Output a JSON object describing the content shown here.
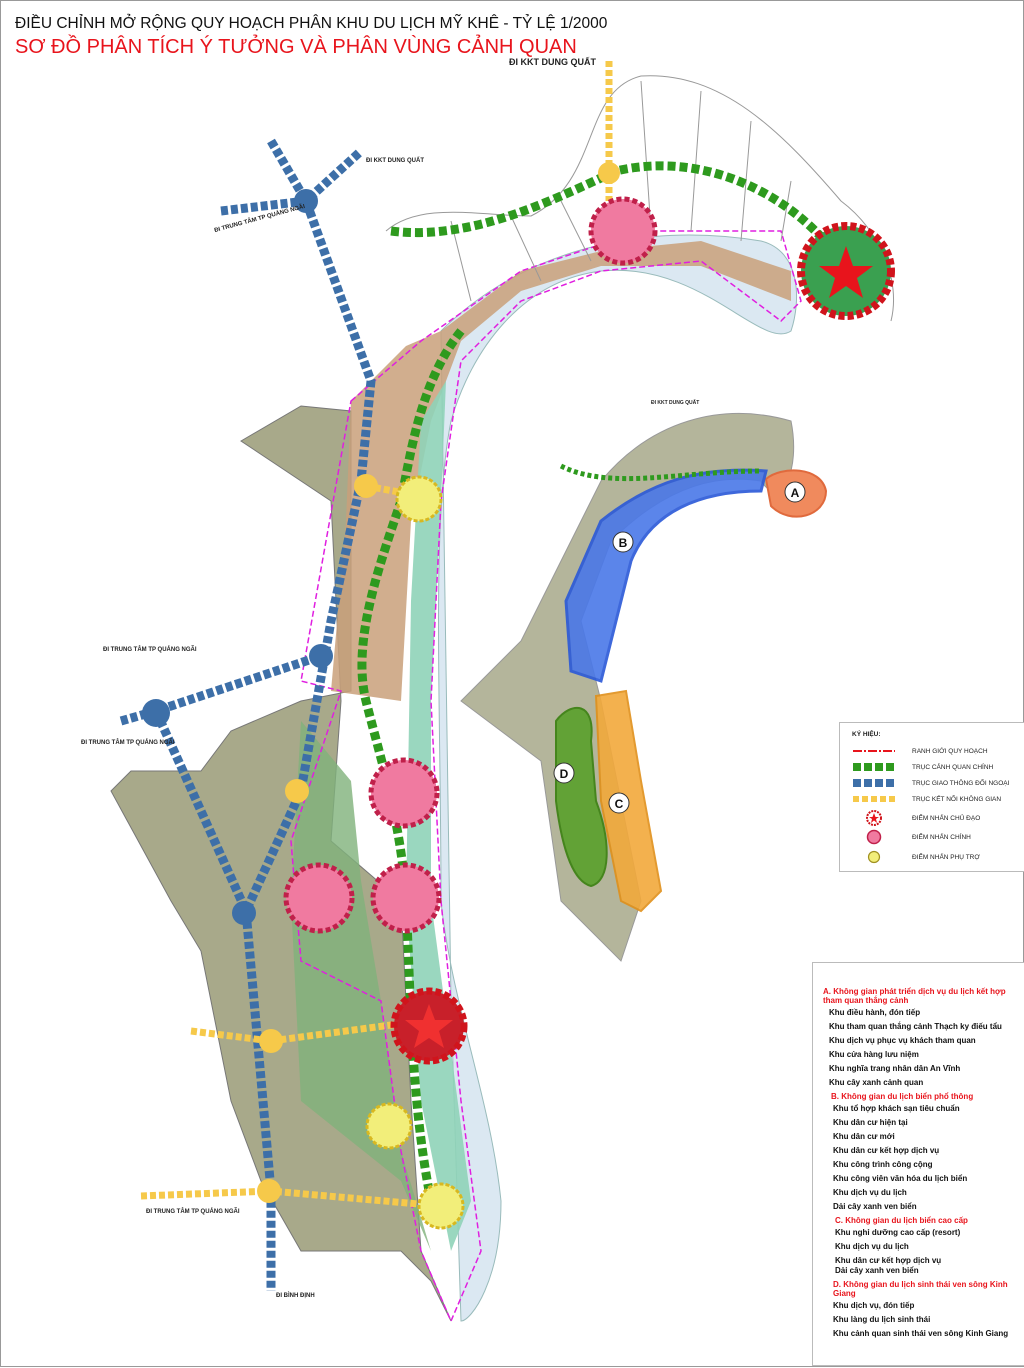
{
  "header": {
    "title": "ĐIỀU CHỈNH MỞ RỘNG QUY HOẠCH PHÂN KHU DU LỊCH MỸ KHÊ - TỶ LỆ 1/2000",
    "subtitle": "SƠ ĐỒ PHÂN TÍCH Ý TƯỞNG VÀ PHÂN VÙNG CẢNH QUAN"
  },
  "map_labels": {
    "to_dung_quat_top": "ĐI KKT DUNG QUẤT",
    "to_dung_quat_nw": "ĐI KKT DUNG QUẤT",
    "to_quang_ngai_nw": "ĐI TRUNG TÂM TP QUẢNG NGÃI",
    "to_quang_ngai_w": "ĐI TRUNG TÂM TP QUẢNG NGÃI",
    "to_quang_ngai_w2": "ĐI TRUNG TÂM TP QUẢNG NGÃI",
    "to_quang_ngai_sw": "ĐI TRUNG TÂM TP QUẢNG NGÃI",
    "to_binh_dinh": "ĐI BÌNH ĐỊNH",
    "inset_dung_quat": "ĐI KKT DUNG QUẤT"
  },
  "zones": [
    {
      "label": "A",
      "color": "#f08a5d"
    },
    {
      "label": "B",
      "color": "#4a78e8"
    },
    {
      "label": "C",
      "color": "#f2a93b"
    },
    {
      "label": "D",
      "color": "#5aa02c"
    }
  ],
  "legend": {
    "title": "KÝ HIỆU:",
    "items": [
      {
        "label": "RANH GIỚI QUY HOẠCH",
        "icon": "dash-dot-line",
        "color": "#e8141c"
      },
      {
        "label": "TRỤC CẢNH QUAN CHÍNH",
        "icon": "green-squares",
        "color": "#2e9a1e"
      },
      {
        "label": "TRỤC GIAO THÔNG ĐỐI NGOẠI",
        "icon": "blue-squares",
        "color": "#3d6fa8"
      },
      {
        "label": "TRỤC KẾT NỐI KHÔNG GIAN",
        "icon": "yellow-squares",
        "color": "#f6c94a"
      },
      {
        "label": "ĐIỂM NHẤN CHỦ ĐẠO",
        "icon": "red-star-circle",
        "color": "#e8141c"
      },
      {
        "label": "ĐIỂM NHẤN CHÍNH",
        "icon": "pink-circle",
        "color": "#f07aa0"
      },
      {
        "label": "ĐIỂM NHẤN PHỤ TRỢ",
        "icon": "yellow-circle",
        "color": "#f2ee7a"
      }
    ]
  },
  "notes": [
    {
      "title": "A. Không gian phát triển dịch vụ du lịch kết hợp tham quan thắng cảnh",
      "items": [
        "Khu điều hành, đón tiếp",
        "Khu tham quan thắng cảnh Thạch ky điếu tẩu",
        "Khu dịch vụ phục vụ khách tham quan",
        "Khu cửa hàng lưu niệm",
        "Khu nghĩa trang nhân dân An Vĩnh",
        "Khu cây xanh cảnh quan"
      ]
    },
    {
      "title": "B. Không gian du lịch biển phổ thông",
      "items": [
        "Khu tổ hợp khách sạn tiêu chuẩn",
        "Khu dân cư hiện tại",
        "Khu dân cư mới",
        "Khu dân cư kết hợp dịch vụ",
        "Khu công trình công cộng",
        "Khu công viên văn hóa du lịch biển",
        "Khu dịch vụ du lịch",
        "Dải cây xanh ven biển"
      ]
    },
    {
      "title": "C. Không gian du lịch biển cao cấp",
      "items": [
        "Khu nghỉ dưỡng cao cấp (resort)",
        "Khu dịch vụ du lịch",
        "Khu dân cư kết hợp dịch vụ",
        "Dải cây xanh ven biển"
      ]
    },
    {
      "title": "D. Không gian du lịch sinh thái ven sông Kinh Giang",
      "items": [
        "Khu dịch vụ, đón tiếp",
        "Khu làng du lịch sinh thái",
        "Khu cảnh quan sinh thái ven sông Kinh Giang"
      ]
    }
  ]
}
